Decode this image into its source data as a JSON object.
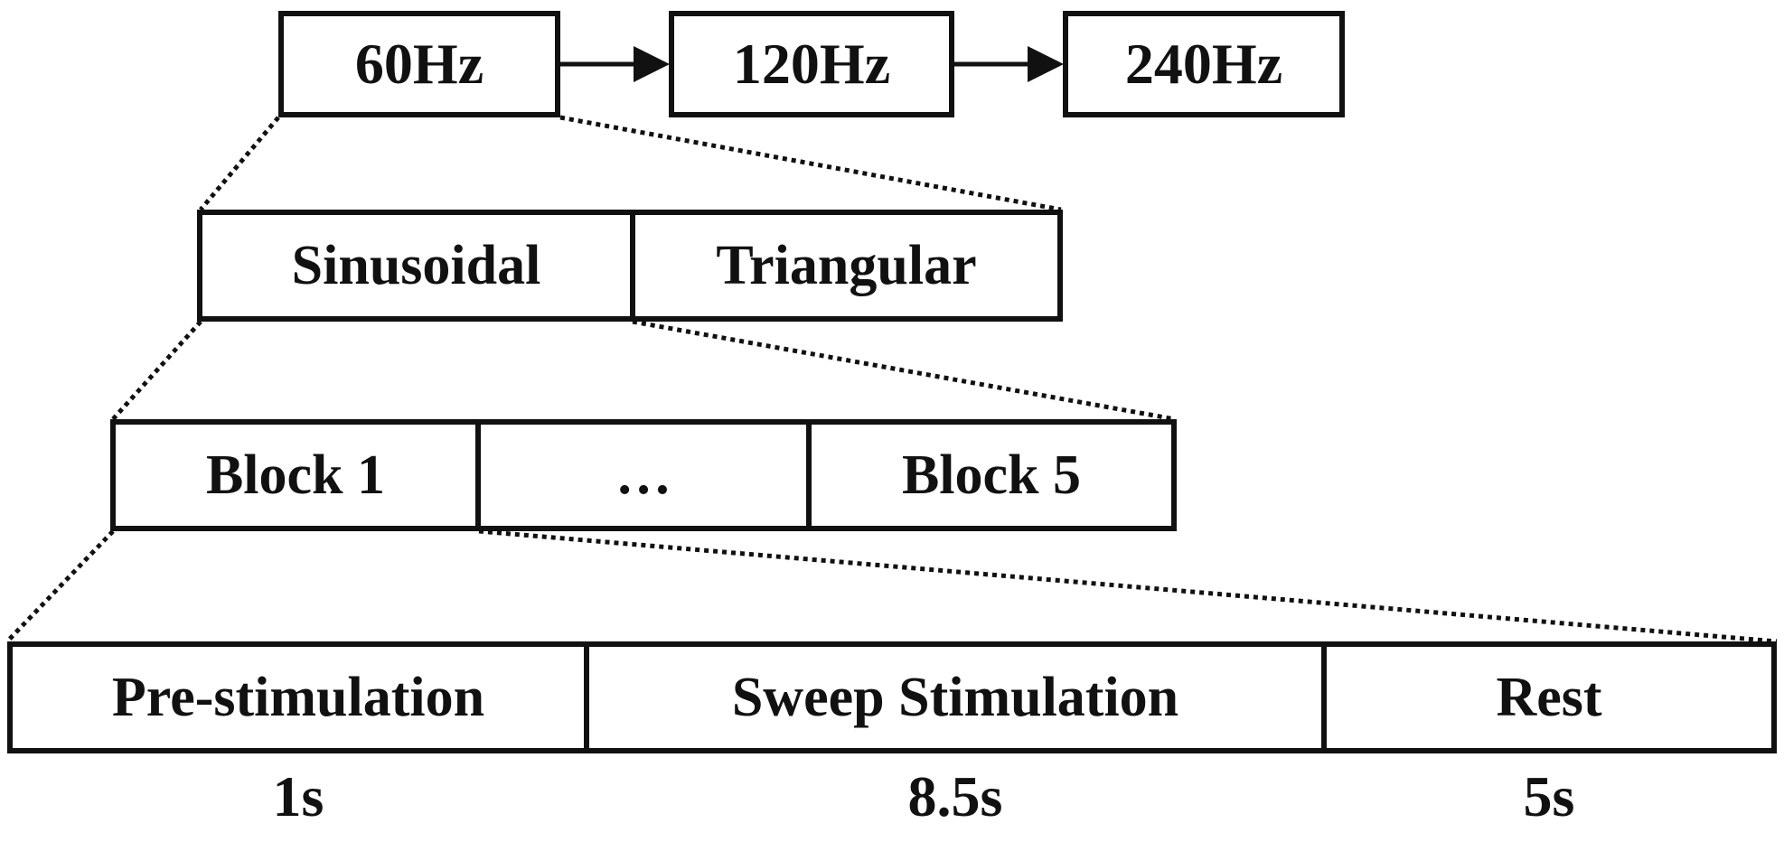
{
  "frequencies": [
    "60Hz",
    "120Hz",
    "240Hz"
  ],
  "waveforms": [
    "Sinusoidal",
    "Triangular"
  ],
  "blocks": [
    "Block 1",
    "…",
    "Block 5"
  ],
  "phases": [
    {
      "label": "Pre-stimulation",
      "duration": "1s"
    },
    {
      "label": "Sweep Stimulation",
      "duration": "8.5s"
    },
    {
      "label": "Rest",
      "duration": "5s"
    }
  ],
  "colors": {
    "stroke": "#111111",
    "background": "#ffffff"
  }
}
